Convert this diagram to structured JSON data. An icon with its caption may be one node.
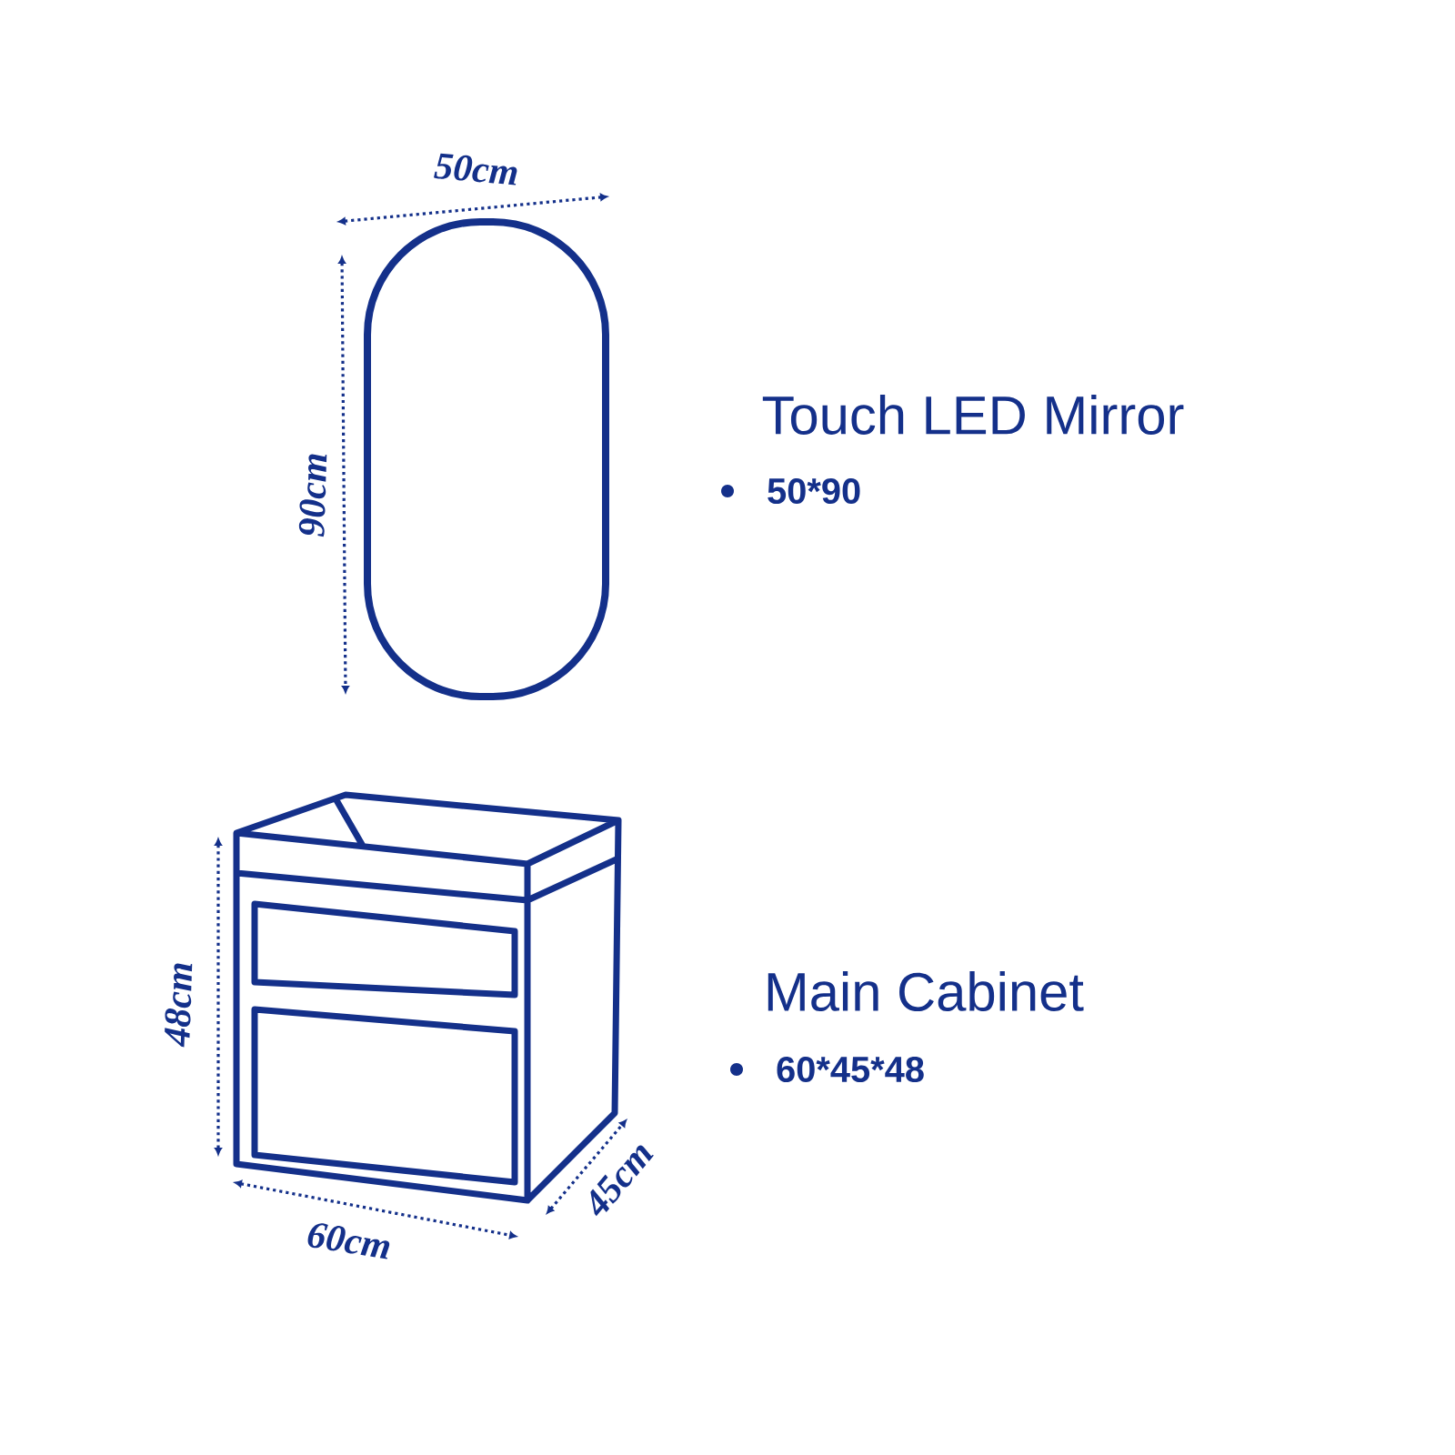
{
  "diagram": {
    "labels": [
      "50cm",
      "90cm",
      "Touch LED Mirror",
      "50*90",
      "48cm",
      "Main Cabinet",
      "60*45*48",
      "60cm",
      "45cm"
    ]
  }
}
